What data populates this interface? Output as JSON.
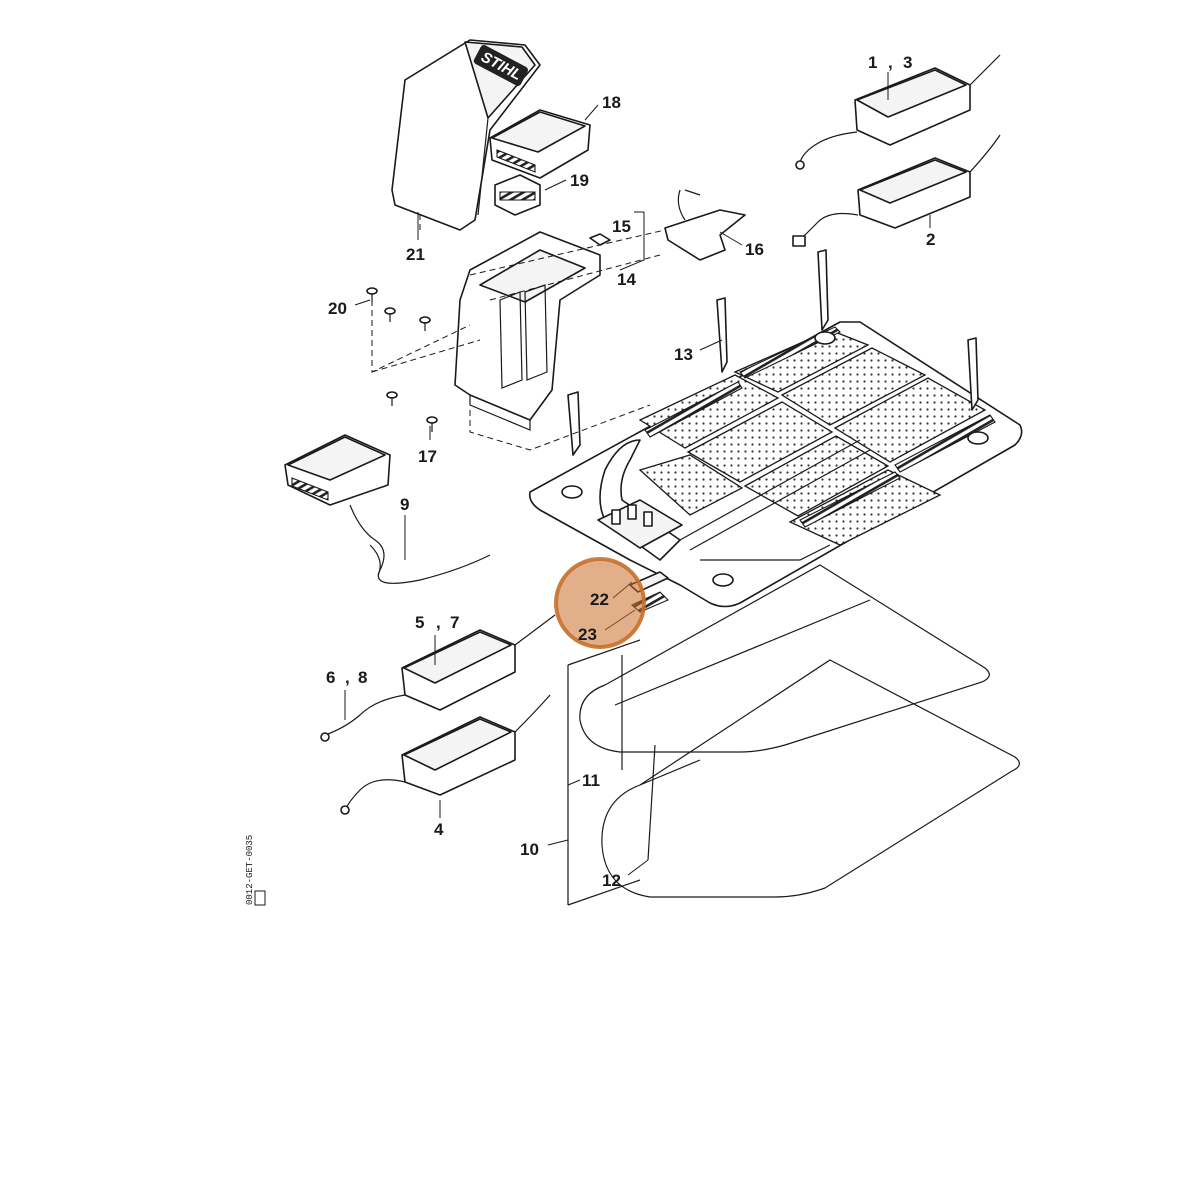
{
  "diagram": {
    "brand_logo": "STIHL",
    "drawing_code": "0012-GET-0035",
    "highlight_color": "#c8702a",
    "labels": [
      {
        "id": "1",
        "text": "1"
      },
      {
        "id": "1-sep",
        "text": ","
      },
      {
        "id": "3",
        "text": "3"
      },
      {
        "id": "2",
        "text": "2"
      },
      {
        "id": "4",
        "text": "4"
      },
      {
        "id": "5",
        "text": "5"
      },
      {
        "id": "5-sep",
        "text": ","
      },
      {
        "id": "7",
        "text": "7"
      },
      {
        "id": "6",
        "text": "6"
      },
      {
        "id": "6-sep",
        "text": ","
      },
      {
        "id": "8",
        "text": "8"
      },
      {
        "id": "9",
        "text": "9"
      },
      {
        "id": "10",
        "text": "10"
      },
      {
        "id": "11",
        "text": "11"
      },
      {
        "id": "12",
        "text": "12"
      },
      {
        "id": "13",
        "text": "13"
      },
      {
        "id": "14",
        "text": "14"
      },
      {
        "id": "15",
        "text": "15"
      },
      {
        "id": "16",
        "text": "16"
      },
      {
        "id": "17",
        "text": "17"
      },
      {
        "id": "18",
        "text": "18"
      },
      {
        "id": "19",
        "text": "19"
      },
      {
        "id": "20",
        "text": "20"
      },
      {
        "id": "21",
        "text": "21"
      },
      {
        "id": "22",
        "text": "22"
      },
      {
        "id": "23",
        "text": "23"
      }
    ]
  }
}
